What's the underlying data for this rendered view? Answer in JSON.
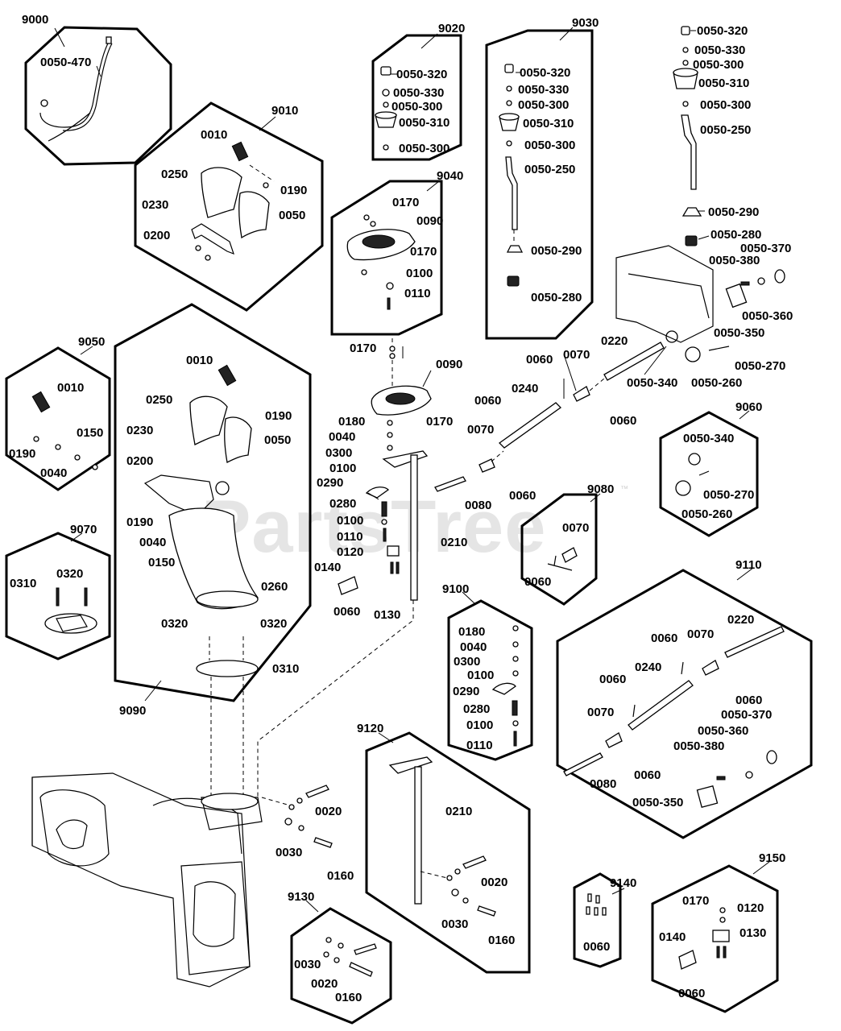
{
  "watermark": {
    "text": "PartsTree",
    "mark": "™"
  },
  "kits": [
    {
      "id": "k9000",
      "label": "9000"
    },
    {
      "id": "k9010",
      "label": "9010"
    },
    {
      "id": "k9020",
      "label": "9020"
    },
    {
      "id": "k9030",
      "label": "9030"
    },
    {
      "id": "k9040",
      "label": "9040"
    },
    {
      "id": "k9050",
      "label": "9050"
    },
    {
      "id": "k9060",
      "label": "9060"
    },
    {
      "id": "k9070",
      "label": "9070"
    },
    {
      "id": "k9080",
      "label": "9080"
    },
    {
      "id": "k9090",
      "label": "9090"
    },
    {
      "id": "k9100",
      "label": "9100"
    },
    {
      "id": "k9110",
      "label": "9110"
    },
    {
      "id": "k9120",
      "label": "9120"
    },
    {
      "id": "k9130",
      "label": "9130"
    },
    {
      "id": "k9140",
      "label": "9140"
    },
    {
      "id": "k9150",
      "label": "9150"
    }
  ],
  "parts": {
    "p_0050_470": "0050-470",
    "p_0050_320": "0050-320",
    "p_0050_330": "0050-330",
    "p_0050_300": "0050-300",
    "p_0050_310": "0050-310",
    "p_0050_250": "0050-250",
    "p_0050_290": "0050-290",
    "p_0050_280": "0050-280",
    "p_0050_370": "0050-370",
    "p_0050_380": "0050-380",
    "p_0050_360": "0050-360",
    "p_0050_350": "0050-350",
    "p_0050_340": "0050-340",
    "p_0050_260": "0050-260",
    "p_0050_270": "0050-270",
    "p_0010": "0010",
    "p_0020": "0020",
    "p_0030": "0030",
    "p_0040": "0040",
    "p_0050": "0050",
    "p_0060": "0060",
    "p_0070": "0070",
    "p_0080": "0080",
    "p_0090": "0090",
    "p_0100": "0100",
    "p_0110": "0110",
    "p_0120": "0120",
    "p_0130": "0130",
    "p_0140": "0140",
    "p_0150": "0150",
    "p_0160": "0160",
    "p_0170": "0170",
    "p_0180": "0180",
    "p_0190": "0190",
    "p_0200": "0200",
    "p_0210": "0210",
    "p_0220": "0220",
    "p_0230": "0230",
    "p_0240": "0240",
    "p_0250": "0250",
    "p_0260": "0260",
    "p_0280": "0280",
    "p_0290": "0290",
    "p_0300": "0300",
    "p_0310": "0310",
    "p_0320": "0320"
  },
  "callouts": [
    {
      "kit": "k9000",
      "part": "p_0050_470"
    },
    {
      "kit": "k9010",
      "part": "p_0010"
    },
    {
      "kit": "k9010",
      "part": "p_0250"
    },
    {
      "kit": "k9010",
      "part": "p_0190"
    },
    {
      "kit": "k9010",
      "part": "p_0230"
    },
    {
      "kit": "k9010",
      "part": "p_0050"
    },
    {
      "kit": "k9010",
      "part": "p_0200"
    },
    {
      "kit": "k9020",
      "part": "p_0050_320"
    },
    {
      "kit": "k9020",
      "part": "p_0050_330"
    },
    {
      "kit": "k9020",
      "part": "p_0050_300"
    },
    {
      "kit": "k9020",
      "part": "p_0050_310"
    },
    {
      "kit": "k9020",
      "part": "p_0050_300"
    },
    {
      "kit": "k9030",
      "part": "p_0050_320"
    },
    {
      "kit": "k9030",
      "part": "p_0050_330"
    },
    {
      "kit": "k9030",
      "part": "p_0050_300"
    },
    {
      "kit": "k9030",
      "part": "p_0050_310"
    },
    {
      "kit": "k9030",
      "part": "p_0050_300"
    },
    {
      "kit": "k9030",
      "part": "p_0050_250"
    },
    {
      "kit": "k9030",
      "part": "p_0050_290"
    },
    {
      "kit": "k9030",
      "part": "p_0050_280"
    },
    {
      "kit": "k9040",
      "part": "p_0170"
    },
    {
      "kit": "k9040",
      "part": "p_0090"
    },
    {
      "kit": "k9040",
      "part": "p_0170"
    },
    {
      "kit": "k9040",
      "part": "p_0100"
    },
    {
      "kit": "k9040",
      "part": "p_0110"
    },
    {
      "kit": "main",
      "part": "p_0050_320"
    },
    {
      "kit": "main",
      "part": "p_0050_330"
    },
    {
      "kit": "main",
      "part": "p_0050_300"
    },
    {
      "kit": "main",
      "part": "p_0050_310"
    },
    {
      "kit": "main",
      "part": "p_0050_300"
    },
    {
      "kit": "main",
      "part": "p_0050_250"
    },
    {
      "kit": "main",
      "part": "p_0050_290"
    },
    {
      "kit": "main",
      "part": "p_0050_280"
    },
    {
      "kit": "main",
      "part": "p_0050_370"
    },
    {
      "kit": "main",
      "part": "p_0050_380"
    },
    {
      "kit": "main",
      "part": "p_0050_360"
    },
    {
      "kit": "main",
      "part": "p_0050_350"
    },
    {
      "kit": "main",
      "part": "p_0050_270"
    },
    {
      "kit": "main",
      "part": "p_0050_340"
    },
    {
      "kit": "main",
      "part": "p_0050_260"
    },
    {
      "kit": "main",
      "part": "p_0220"
    },
    {
      "kit": "main",
      "part": "p_0060"
    },
    {
      "kit": "main",
      "part": "p_0070"
    },
    {
      "kit": "main",
      "part": "p_0060"
    },
    {
      "kit": "main",
      "part": "p_0240"
    },
    {
      "kit": "main",
      "part": "p_0060"
    },
    {
      "kit": "main",
      "part": "p_0070"
    },
    {
      "kit": "main",
      "part": "p_0060"
    },
    {
      "kit": "main",
      "part": "p_0080"
    },
    {
      "kit": "main",
      "part": "p_0170"
    },
    {
      "kit": "main",
      "part": "p_0090"
    },
    {
      "kit": "main",
      "part": "p_0180"
    },
    {
      "kit": "main",
      "part": "p_0170"
    },
    {
      "kit": "main",
      "part": "p_0040"
    },
    {
      "kit": "main",
      "part": "p_0300"
    },
    {
      "kit": "main",
      "part": "p_0100"
    },
    {
      "kit": "main",
      "part": "p_0290"
    },
    {
      "kit": "main",
      "part": "p_0280"
    },
    {
      "kit": "main",
      "part": "p_0100"
    },
    {
      "kit": "main",
      "part": "p_0110"
    },
    {
      "kit": "main",
      "part": "p_0120"
    },
    {
      "kit": "main",
      "part": "p_0210"
    },
    {
      "kit": "main",
      "part": "p_0140"
    },
    {
      "kit": "main",
      "part": "p_0060"
    },
    {
      "kit": "main",
      "part": "p_0130"
    },
    {
      "kit": "k9050",
      "part": "p_0010"
    },
    {
      "kit": "k9050",
      "part": "p_0150"
    },
    {
      "kit": "k9050",
      "part": "p_0190"
    },
    {
      "kit": "k9050",
      "part": "p_0040"
    },
    {
      "kit": "k9060",
      "part": "p_0050_340"
    },
    {
      "kit": "k9060",
      "part": "p_0050_270"
    },
    {
      "kit": "k9060",
      "part": "p_0050_260"
    },
    {
      "kit": "k9070",
      "part": "p_0310"
    },
    {
      "kit": "k9070",
      "part": "p_0320"
    },
    {
      "kit": "k9080",
      "part": "p_0070"
    },
    {
      "kit": "k9080",
      "part": "p_0060"
    },
    {
      "kit": "k9090",
      "part": "p_0010"
    },
    {
      "kit": "k9090",
      "part": "p_0250"
    },
    {
      "kit": "k9090",
      "part": "p_0190"
    },
    {
      "kit": "k9090",
      "part": "p_0230"
    },
    {
      "kit": "k9090",
      "part": "p_0050"
    },
    {
      "kit": "k9090",
      "part": "p_0200"
    },
    {
      "kit": "k9090",
      "part": "p_0190"
    },
    {
      "kit": "k9090",
      "part": "p_0040"
    },
    {
      "kit": "k9090",
      "part": "p_0150"
    },
    {
      "kit": "k9090",
      "part": "p_0260"
    },
    {
      "kit": "main",
      "part": "p_0320"
    },
    {
      "kit": "main",
      "part": "p_0320"
    },
    {
      "kit": "main",
      "part": "p_0310"
    },
    {
      "kit": "main",
      "part": "p_0020"
    },
    {
      "kit": "main",
      "part": "p_0030"
    },
    {
      "kit": "main",
      "part": "p_0160"
    },
    {
      "kit": "k9100",
      "part": "p_0180"
    },
    {
      "kit": "k9100",
      "part": "p_0040"
    },
    {
      "kit": "k9100",
      "part": "p_0300"
    },
    {
      "kit": "k9100",
      "part": "p_0100"
    },
    {
      "kit": "k9100",
      "part": "p_0290"
    },
    {
      "kit": "k9100",
      "part": "p_0280"
    },
    {
      "kit": "k9100",
      "part": "p_0100"
    },
    {
      "kit": "k9100",
      "part": "p_0110"
    },
    {
      "kit": "k9110",
      "part": "p_0220"
    },
    {
      "kit": "k9110",
      "part": "p_0060"
    },
    {
      "kit": "k9110",
      "part": "p_0070"
    },
    {
      "kit": "k9110",
      "part": "p_0240"
    },
    {
      "kit": "k9110",
      "part": "p_0060"
    },
    {
      "kit": "k9110",
      "part": "p_0060"
    },
    {
      "kit": "k9110",
      "part": "p_0050_370"
    },
    {
      "kit": "k9110",
      "part": "p_0070"
    },
    {
      "kit": "k9110",
      "part": "p_0050_360"
    },
    {
      "kit": "k9110",
      "part": "p_0050_380"
    },
    {
      "kit": "k9110",
      "part": "p_0060"
    },
    {
      "kit": "k9110",
      "part": "p_0080"
    },
    {
      "kit": "k9110",
      "part": "p_0050_350"
    },
    {
      "kit": "k9120",
      "part": "p_0210"
    },
    {
      "kit": "k9120",
      "part": "p_0020"
    },
    {
      "kit": "k9120",
      "part": "p_0030"
    },
    {
      "kit": "k9120",
      "part": "p_0160"
    },
    {
      "kit": "k9130",
      "part": "p_0030"
    },
    {
      "kit": "k9130",
      "part": "p_0020"
    },
    {
      "kit": "k9130",
      "part": "p_0160"
    },
    {
      "kit": "k9140",
      "part": "p_0060"
    },
    {
      "kit": "k9150",
      "part": "p_0170"
    },
    {
      "kit": "k9150",
      "part": "p_0120"
    },
    {
      "kit": "k9150",
      "part": "p_0140"
    },
    {
      "kit": "k9150",
      "part": "p_0130"
    },
    {
      "kit": "k9150",
      "part": "p_0060"
    }
  ]
}
